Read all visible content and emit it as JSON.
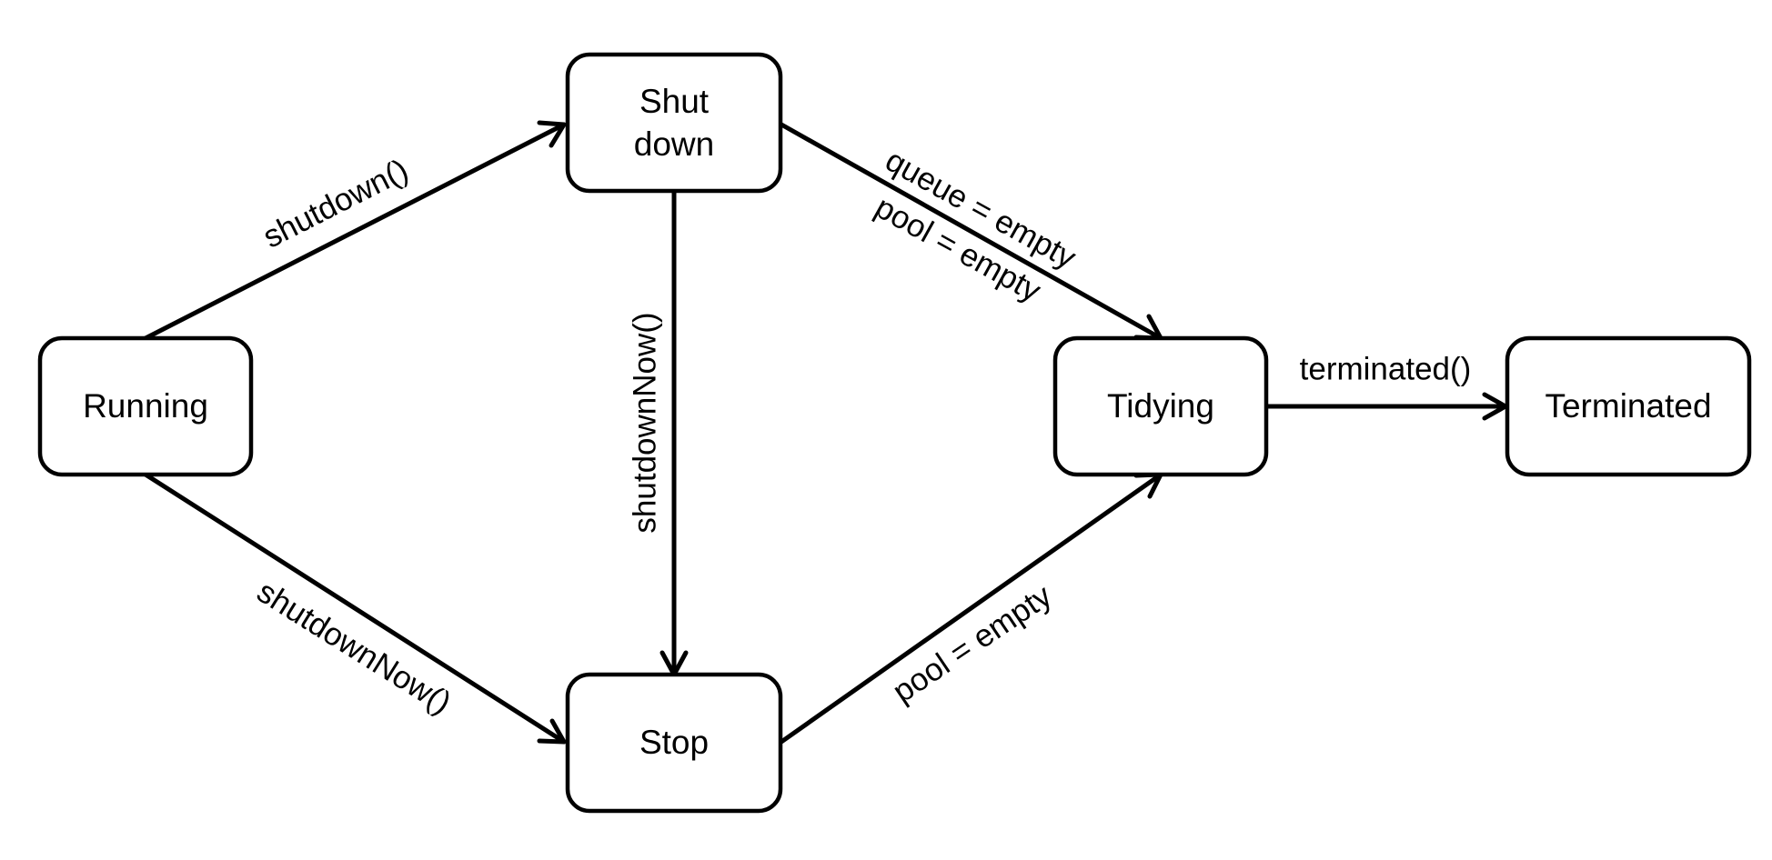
{
  "states": {
    "running": "Running",
    "shutdown_line1": "Shut",
    "shutdown_line2": "down",
    "stop": "Stop",
    "tidying": "Tidying",
    "terminated": "Terminated"
  },
  "transitions": {
    "running_to_shutdown": "shutdown()",
    "running_to_stop": "shutdownNow()",
    "shutdown_to_stop": "shutdownNow()",
    "shutdown_to_tidying_line1": "queue = empty",
    "shutdown_to_tidying_line2": "pool = empty",
    "stop_to_tidying": "pool = empty",
    "tidying_to_terminated": "terminated()"
  },
  "colors": {
    "stroke": "#000000",
    "background": "#ffffff"
  }
}
